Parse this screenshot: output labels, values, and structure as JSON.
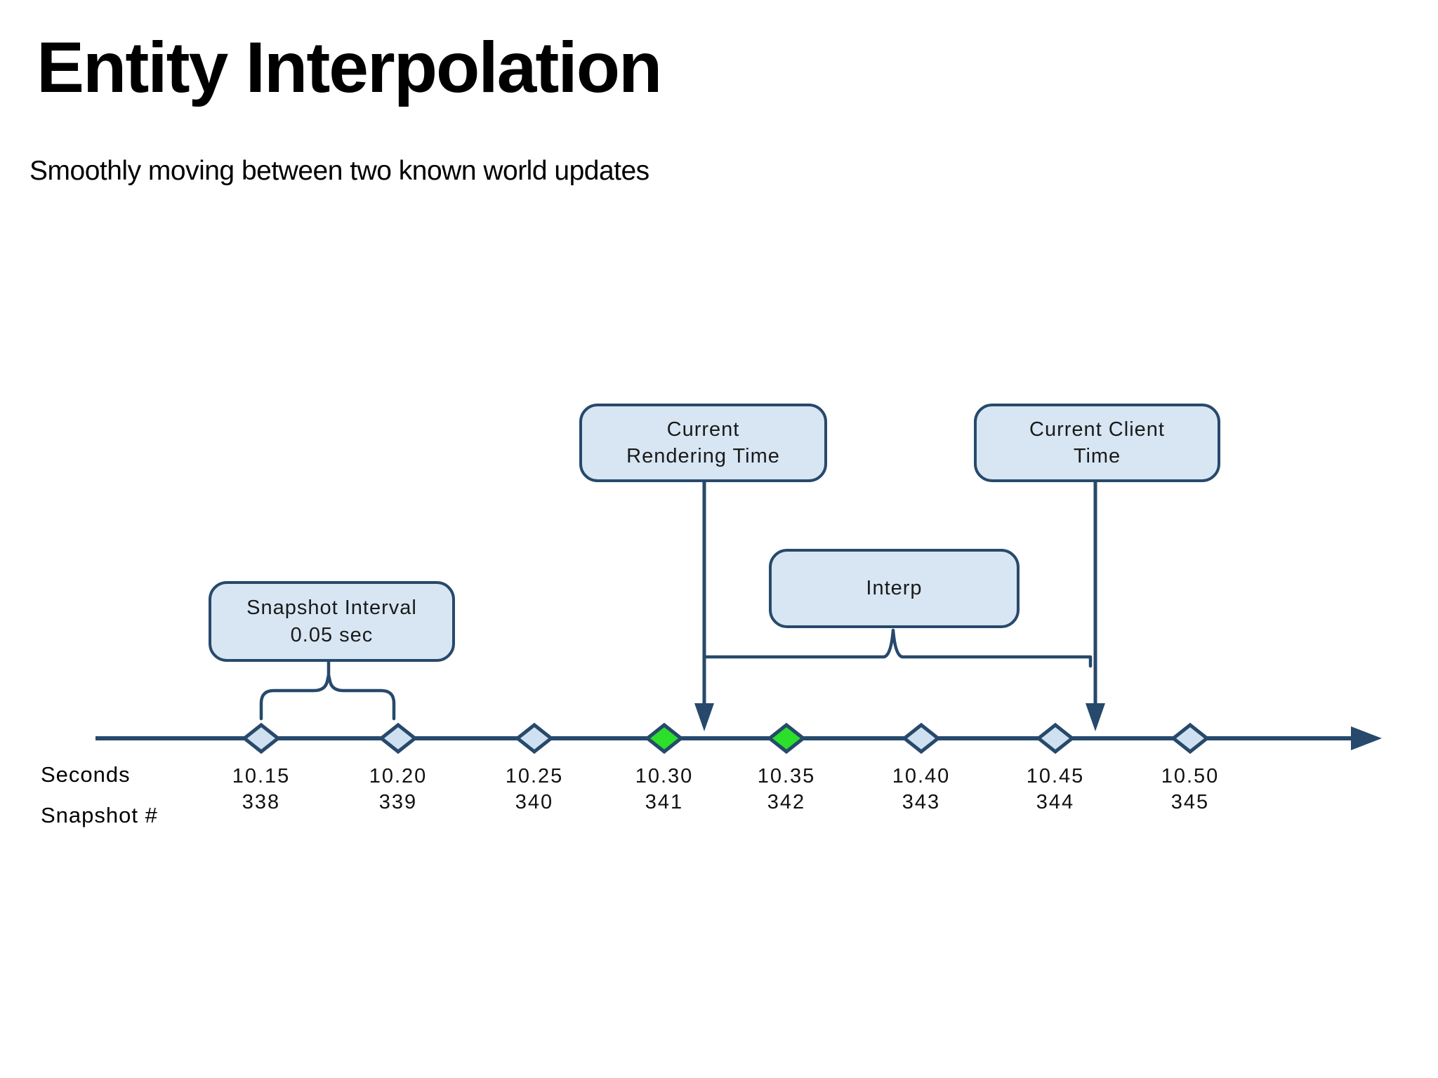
{
  "slide": {
    "title": "Entity Interpolation",
    "subtitle": "Smoothly moving between two known world updates"
  },
  "callouts": {
    "snapshot_interval": {
      "line1": "Snapshot Interval",
      "line2": "0.05 sec"
    },
    "current_rendering_time": {
      "line1": "Current",
      "line2": "Rendering Time"
    },
    "current_client_time": {
      "line1": "Current Client",
      "line2": "Time"
    },
    "interp": {
      "label": "Interp"
    }
  },
  "timeline": {
    "row_labels": {
      "seconds": "Seconds",
      "snapshot": "Snapshot #"
    },
    "snapshots": [
      {
        "seconds": "10.15",
        "number": "338",
        "highlighted": false
      },
      {
        "seconds": "10.20",
        "number": "339",
        "highlighted": false
      },
      {
        "seconds": "10.25",
        "number": "340",
        "highlighted": false
      },
      {
        "seconds": "10.30",
        "number": "341",
        "highlighted": true
      },
      {
        "seconds": "10.35",
        "number": "342",
        "highlighted": true
      },
      {
        "seconds": "10.40",
        "number": "343",
        "highlighted": false
      },
      {
        "seconds": "10.45",
        "number": "344",
        "highlighted": false
      },
      {
        "seconds": "10.50",
        "number": "345",
        "highlighted": false
      }
    ]
  },
  "colors": {
    "line": "#27496b",
    "box_border": "#27496b",
    "box_fill": "#d8e6f3",
    "marker_fill": "#cfe1f0",
    "marker_highlight": "#2bdf2b",
    "text": "#1a1a1a"
  }
}
